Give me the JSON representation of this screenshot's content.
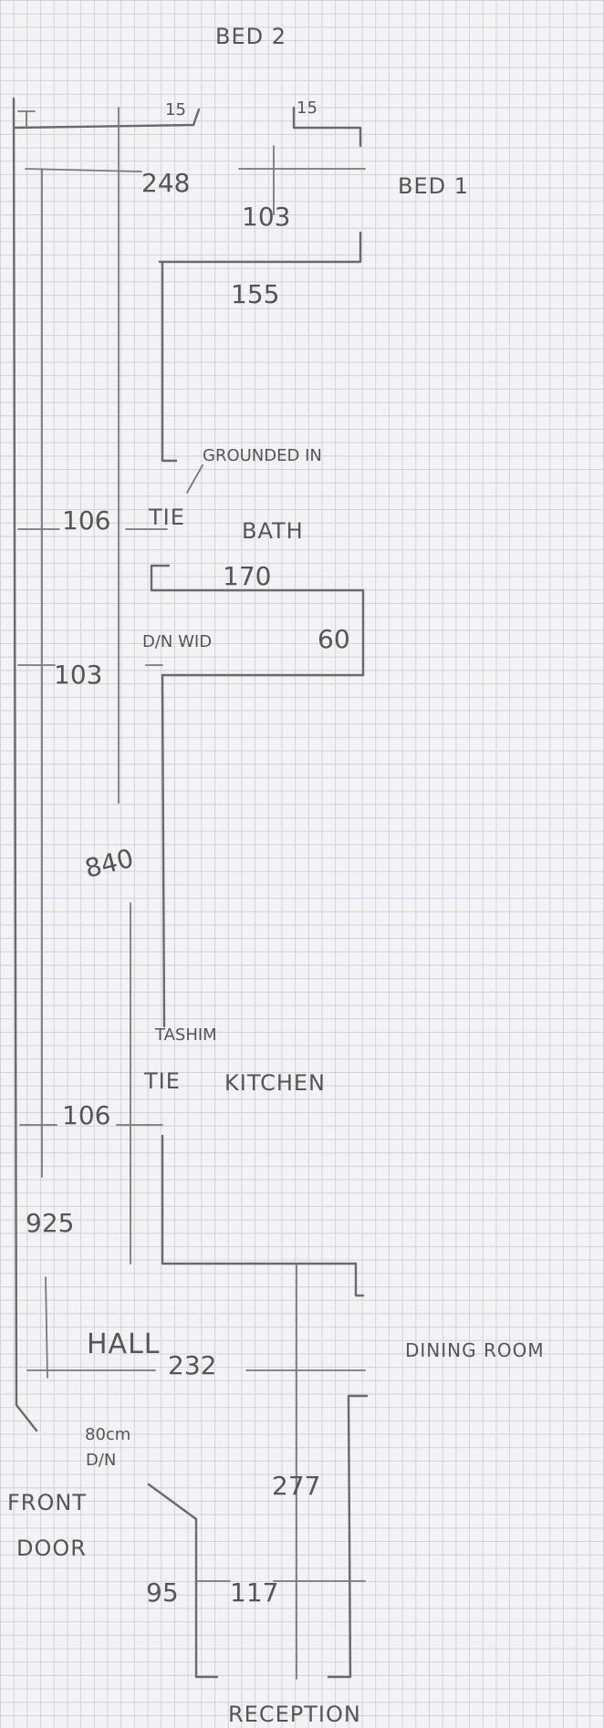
{
  "rooms": {
    "bed2": "BED 2",
    "bed1": "BED 1",
    "bath": "BATH",
    "kitchen": "KITCHEN",
    "hall": "HALL",
    "dining_room": "DINING ROOM",
    "front_door": "FRONT",
    "front_door_2": "DOOR",
    "reception": "RECEPTION"
  },
  "labels": {
    "grounded_in": "GROUNDED IN",
    "tie_upper": "TIE",
    "tie_lower": "TIE",
    "tash_im": "TASHIM",
    "din_wid": "D/N WID",
    "door_80cm": "80cm",
    "door_dn": "D/N"
  },
  "dimensions": {
    "d15_left": "15",
    "d15_right": "15",
    "d248": "248",
    "d103_bed": "103",
    "d155": "155",
    "d106_upper": "106",
    "d170": "170",
    "d60": "60",
    "d103_mid": "103",
    "d840": "840",
    "d106_lower": "106",
    "d925": "925",
    "d232": "232",
    "d277": "277",
    "d95": "95",
    "d117": "117"
  }
}
